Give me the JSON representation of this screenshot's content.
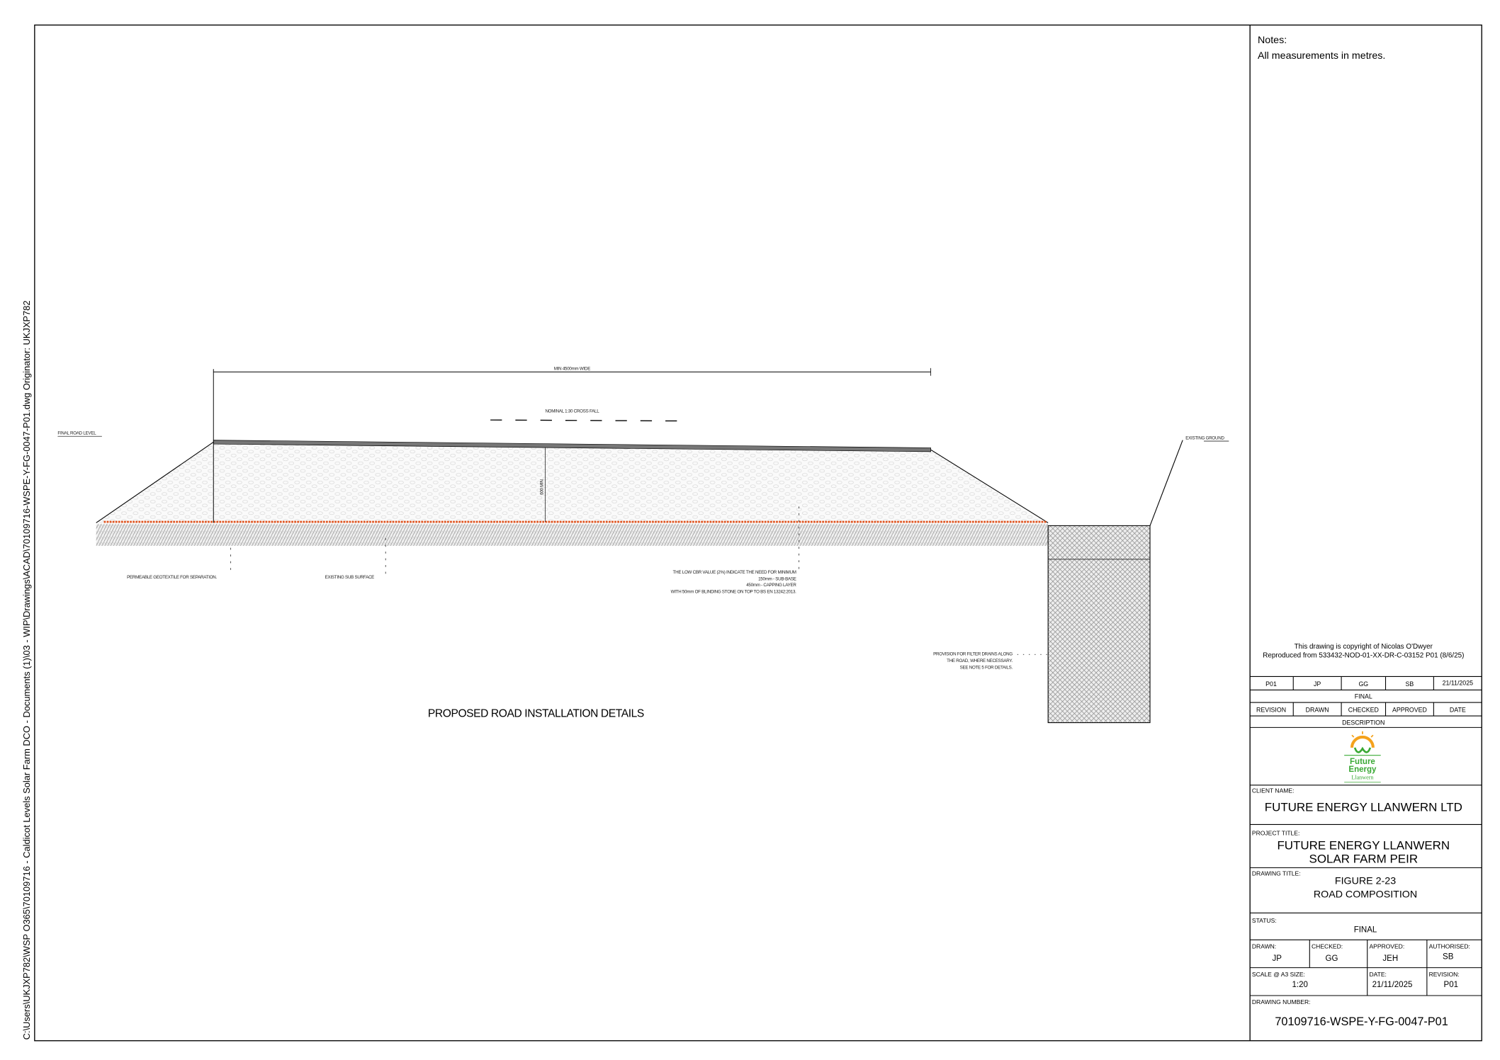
{
  "side_path": "C:\\Users\\UKJXP782\\WSP O365\\70109716 - Caldicot Levels Solar Farm DCO - Documents (1)\\03 - WIP\\Drawings\\ACAD\\70109716-WSPE-Y-FG-0047-P01.dwg    Originator: UKJXP782",
  "drawing": {
    "title": "PROPOSED ROAD INSTALLATION DETAILS",
    "width_dim": "MIN 4500mm WIDE",
    "cross_fall": "NOMINAL 1:30 CROSS FALL",
    "final_road_level": "FINAL ROAD LEVEL",
    "depth_dim": "600 MIN",
    "existing_ground": "EXISTING GROUND",
    "geotextile": "PERMEABLE GEOTEXTILE FOR SEPARATION.",
    "sub_surface": "EXISTING SUB SURFACE",
    "cbr_note": [
      "THE LOW CBR VALUE (2%) INDICATE THE NEED FOR MINIMUM",
      "150mm - SUB-BASE",
      "450mm - CAPPING LAYER",
      "WITH 50mm OF BLINDING STONE ON TOP TO BS EN 13242:2013."
    ],
    "drain_note": [
      "PROVISION FOR FILTER DRAINS ALONG",
      "THE ROAD, WHERE NECESSARY.",
      "SEE NOTE 5 FOR DETAILS."
    ],
    "colors": {
      "geotextile": "#e0501a",
      "road_surface": "#555555"
    }
  },
  "title_block": {
    "notes_label": "Notes:",
    "notes_text": "All measurements in metres.",
    "copyright": [
      "This drawing is copyright of Nicolas O'Dwyer",
      "Reproduced from 533432-NOD-01-XX-DR-C-03152 P01 (8/6/25)"
    ],
    "revision_row": [
      "P01",
      "JP",
      "GG",
      "SB",
      "21/11/2025"
    ],
    "revision_desc": "FINAL",
    "revision_headers": [
      "REVISION",
      "DRAWN",
      "CHECKED",
      "APPROVED",
      "DATE"
    ],
    "description_label": "DESCRIPTION",
    "logo": {
      "line1": "Future",
      "line2": "Energy",
      "line3": "Llanwern",
      "colors": {
        "green": "#3aa935",
        "orange": "#f4a21c"
      }
    },
    "client_label": "CLIENT NAME:",
    "client": "FUTURE ENERGY LLANWERN LTD",
    "project_label": "PROJECT TITLE:",
    "project": [
      "FUTURE ENERGY LLANWERN",
      "SOLAR FARM PEIR"
    ],
    "drawing_title_label": "DRAWING TITLE:",
    "drawing_title": [
      "FIGURE 2-23",
      "ROAD COMPOSITION"
    ],
    "status_label": "STATUS:",
    "status": "FINAL",
    "drawn_label": "DRAWN:",
    "drawn": "JP",
    "checked_label": "CHECKED:",
    "checked": "GG",
    "approved_label": "APPROVED:",
    "approved": "JEH",
    "authorised_label": "AUTHORISED:",
    "authorised": "SB",
    "scale_label": "SCALE @ A3 SIZE:",
    "scale": "1:20",
    "date_label": "DATE:",
    "date": "21/11/2025",
    "revision_label": "REVISION:",
    "revision": "P01",
    "number_label": "DRAWING NUMBER:",
    "number": "70109716-WSPE-Y-FG-0047-P01"
  }
}
